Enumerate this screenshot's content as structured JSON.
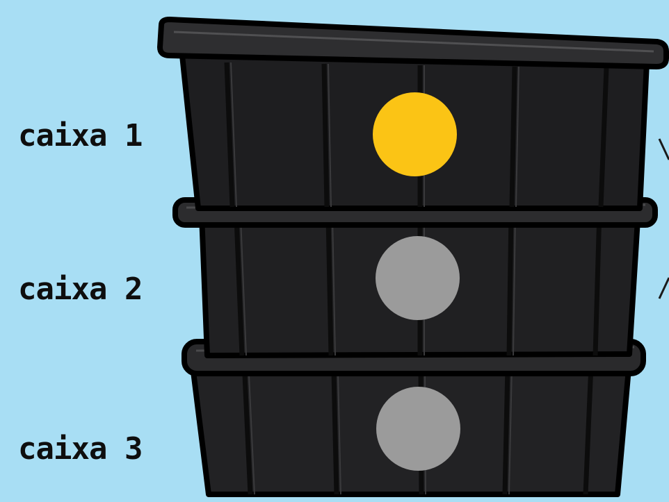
{
  "labels": {
    "box1": "caixa 1",
    "box2": "caixa 2",
    "box3": "caixa 3"
  },
  "indicators": {
    "box1": {
      "state": "active",
      "color": "#fbc415"
    },
    "box2": {
      "state": "inactive",
      "color": "#9b9b9b"
    },
    "box3": {
      "state": "inactive",
      "color": "#9b9b9b"
    }
  },
  "colors": {
    "background": "#a8def4",
    "crate": "#1f1f21",
    "outline": "#000000"
  }
}
